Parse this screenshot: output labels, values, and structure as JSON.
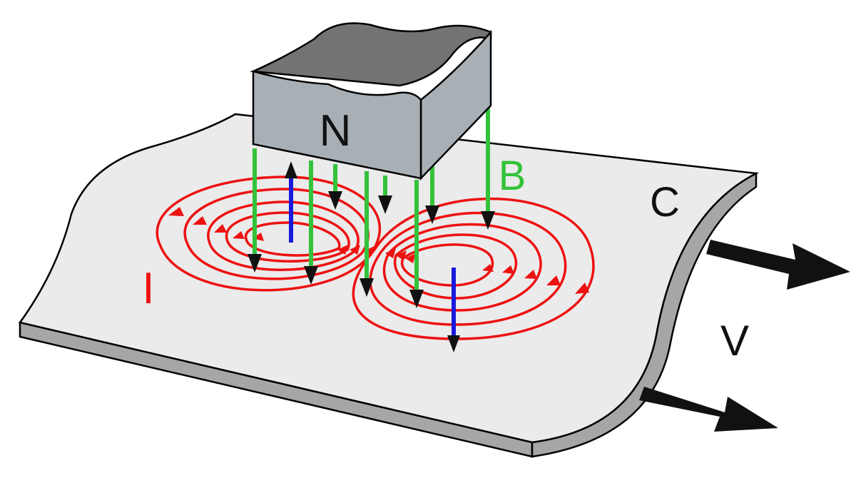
{
  "labels": {
    "magnet_pole": "N",
    "field": "B",
    "conductor": "C",
    "current": "I",
    "velocity": "V"
  },
  "colors": {
    "current": "#ee1111",
    "field": "#33c23a",
    "induced_field": "#1919dd",
    "arrow": "#111111",
    "sheet_top": "#ebebeb",
    "sheet_edge": "#a6a6a6",
    "magnet_side": "#a8b0b6",
    "magnet_top": "#737373"
  },
  "icons": {
    "velocity_arrows": "right-arrow-icon",
    "field_arrowheads": "down-arrowhead-icon"
  }
}
